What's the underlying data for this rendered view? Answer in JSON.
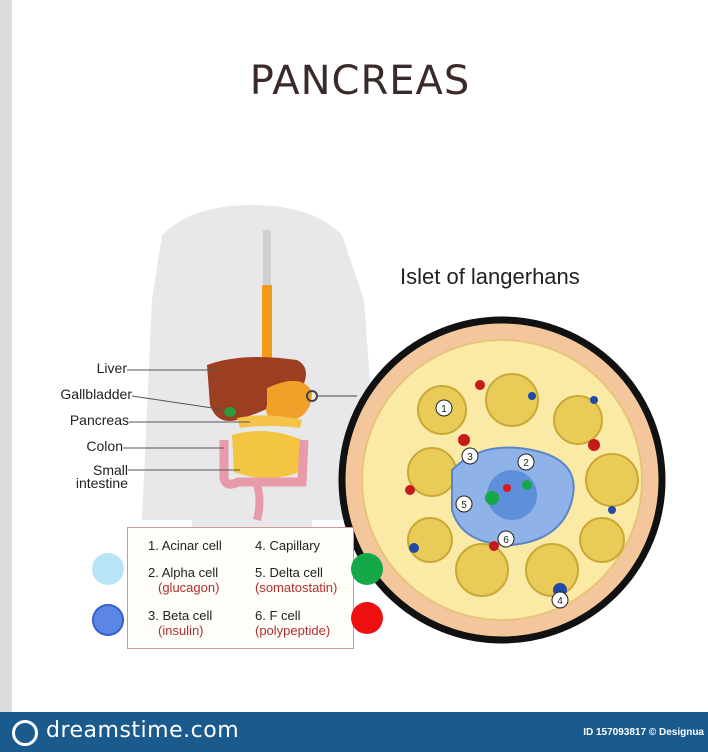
{
  "title": "PANCREAS",
  "islet_title": "Islet of langerhans",
  "body_labels": [
    {
      "text": "Liver"
    },
    {
      "text": "Gallbladder"
    },
    {
      "text": "Pancreas"
    },
    {
      "text": "Colon"
    },
    {
      "text": "Small\nintestine"
    }
  ],
  "legend": {
    "items": [
      {
        "num": "1. Acinar  cell",
        "sub": ""
      },
      {
        "num": "2. Alpha cell",
        "sub": "(glucagon)"
      },
      {
        "num": "3. Beta cell",
        "sub": "(insulin)"
      },
      {
        "num": "4. Capillary",
        "sub": ""
      },
      {
        "num": "5. Delta cell",
        "sub": "(somatostatin)"
      },
      {
        "num": "6. F cell",
        "sub": "(polypeptide)"
      }
    ]
  },
  "islet_numbers": [
    "1",
    "2",
    "3",
    "4",
    "5",
    "6"
  ],
  "marker_colors": {
    "alpha": "#b9e4f7",
    "beta": "#5b86e6",
    "delta": "#14a848",
    "f_cell": "#ee1010"
  },
  "footer": {
    "brand": "dreamstime.com",
    "id_text": "ID 157093817 © Designua"
  }
}
